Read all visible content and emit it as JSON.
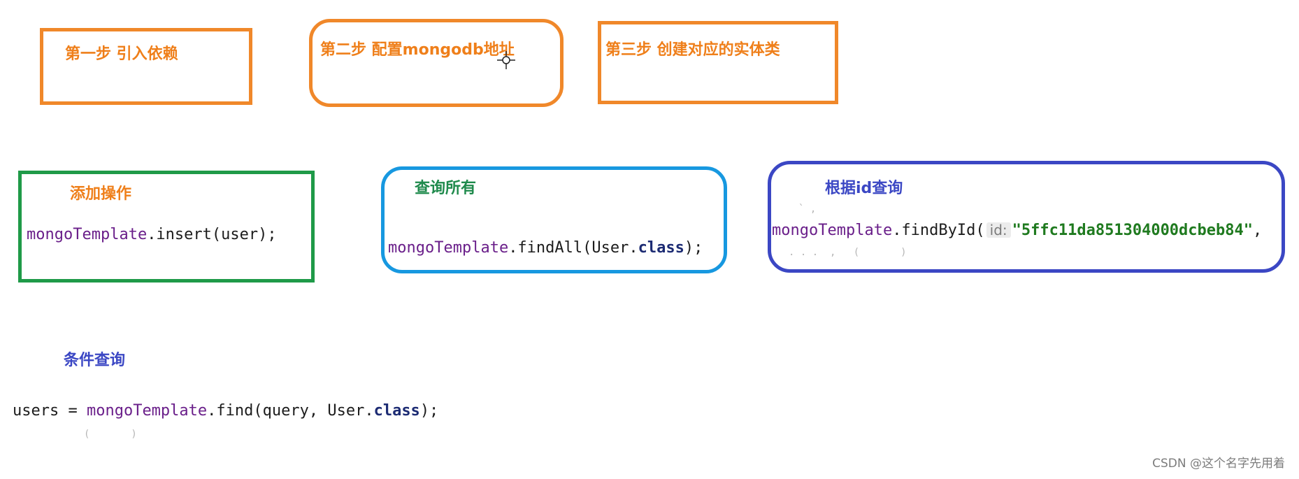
{
  "colors": {
    "orange": "#f0882a",
    "green": "#1f9a48",
    "light_blue": "#1798e0",
    "dark_blue": "#3b47c4",
    "title_orange": "#ef7f1a",
    "title_green": "#1f8a4c",
    "title_blue": "#3b47c4"
  },
  "steps": [
    {
      "title": "第一步 引入依赖"
    },
    {
      "title": "第二步 配置mongodb地址"
    },
    {
      "title": "第三步 创建对应的实体类"
    }
  ],
  "operations": {
    "add": {
      "title": "添加操作",
      "code_obj": "mongoTemplate",
      "code_rest": ".insert(user);"
    },
    "find_all": {
      "title": "查询所有",
      "code_obj": "mongoTemplate",
      "code_mid": ".findAll(User.",
      "code_kw": "class",
      "code_end": ");"
    },
    "find_by_id": {
      "title": "根据id查询",
      "code_obj": "mongoTemplate",
      "code_mid": ".findById(",
      "param_hint": "id:",
      "code_str": "\"5ffc11da851304000dcbeb84\"",
      "code_end": ","
    },
    "condition": {
      "title": "条件查询",
      "code_prefix": "users = ",
      "code_obj": "mongoTemplate",
      "code_mid": ".find(query, User.",
      "code_kw": "class",
      "code_end": ");"
    }
  },
  "watermark": "CSDN @这个名字先用着",
  "icons": {
    "cursor": "crosshair-move-cursor-icon"
  }
}
